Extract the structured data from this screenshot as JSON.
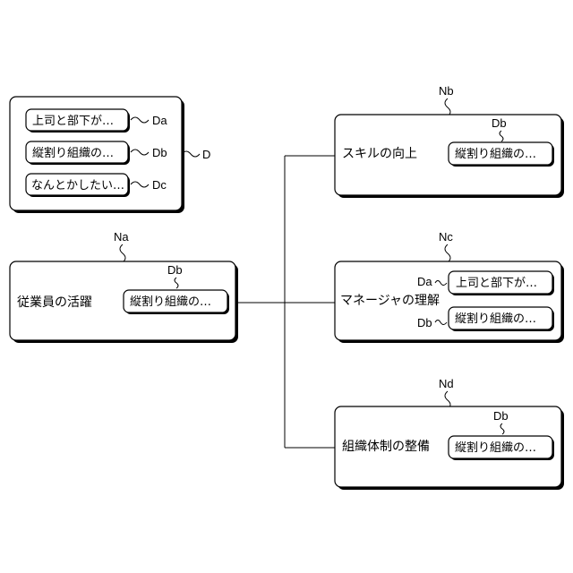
{
  "legend": {
    "chips": [
      {
        "text": "上司と部下が…",
        "ref": "Da"
      },
      {
        "text": "縦割り組織の…",
        "ref": "Db"
      },
      {
        "text": "なんとかしたい…",
        "ref": "Dc"
      }
    ],
    "group_ref": "D"
  },
  "nodes": {
    "na": {
      "ref": "Na",
      "title": "従業員の活躍",
      "chips": [
        {
          "ref": "Db",
          "text": "縦割り組織の…"
        }
      ]
    },
    "nb": {
      "ref": "Nb",
      "title": "スキルの向上",
      "chips": [
        {
          "ref": "Db",
          "text": "縦割り組織の…"
        }
      ]
    },
    "nc": {
      "ref": "Nc",
      "title": "マネージャの理解",
      "chips": [
        {
          "ref": "Da",
          "text": "上司と部下が…"
        },
        {
          "ref": "Db",
          "text": "縦割り組織の…"
        }
      ]
    },
    "nd": {
      "ref": "Nd",
      "title": "組織体制の整備",
      "chips": [
        {
          "ref": "Db",
          "text": "縦割り組織の…"
        }
      ]
    }
  }
}
